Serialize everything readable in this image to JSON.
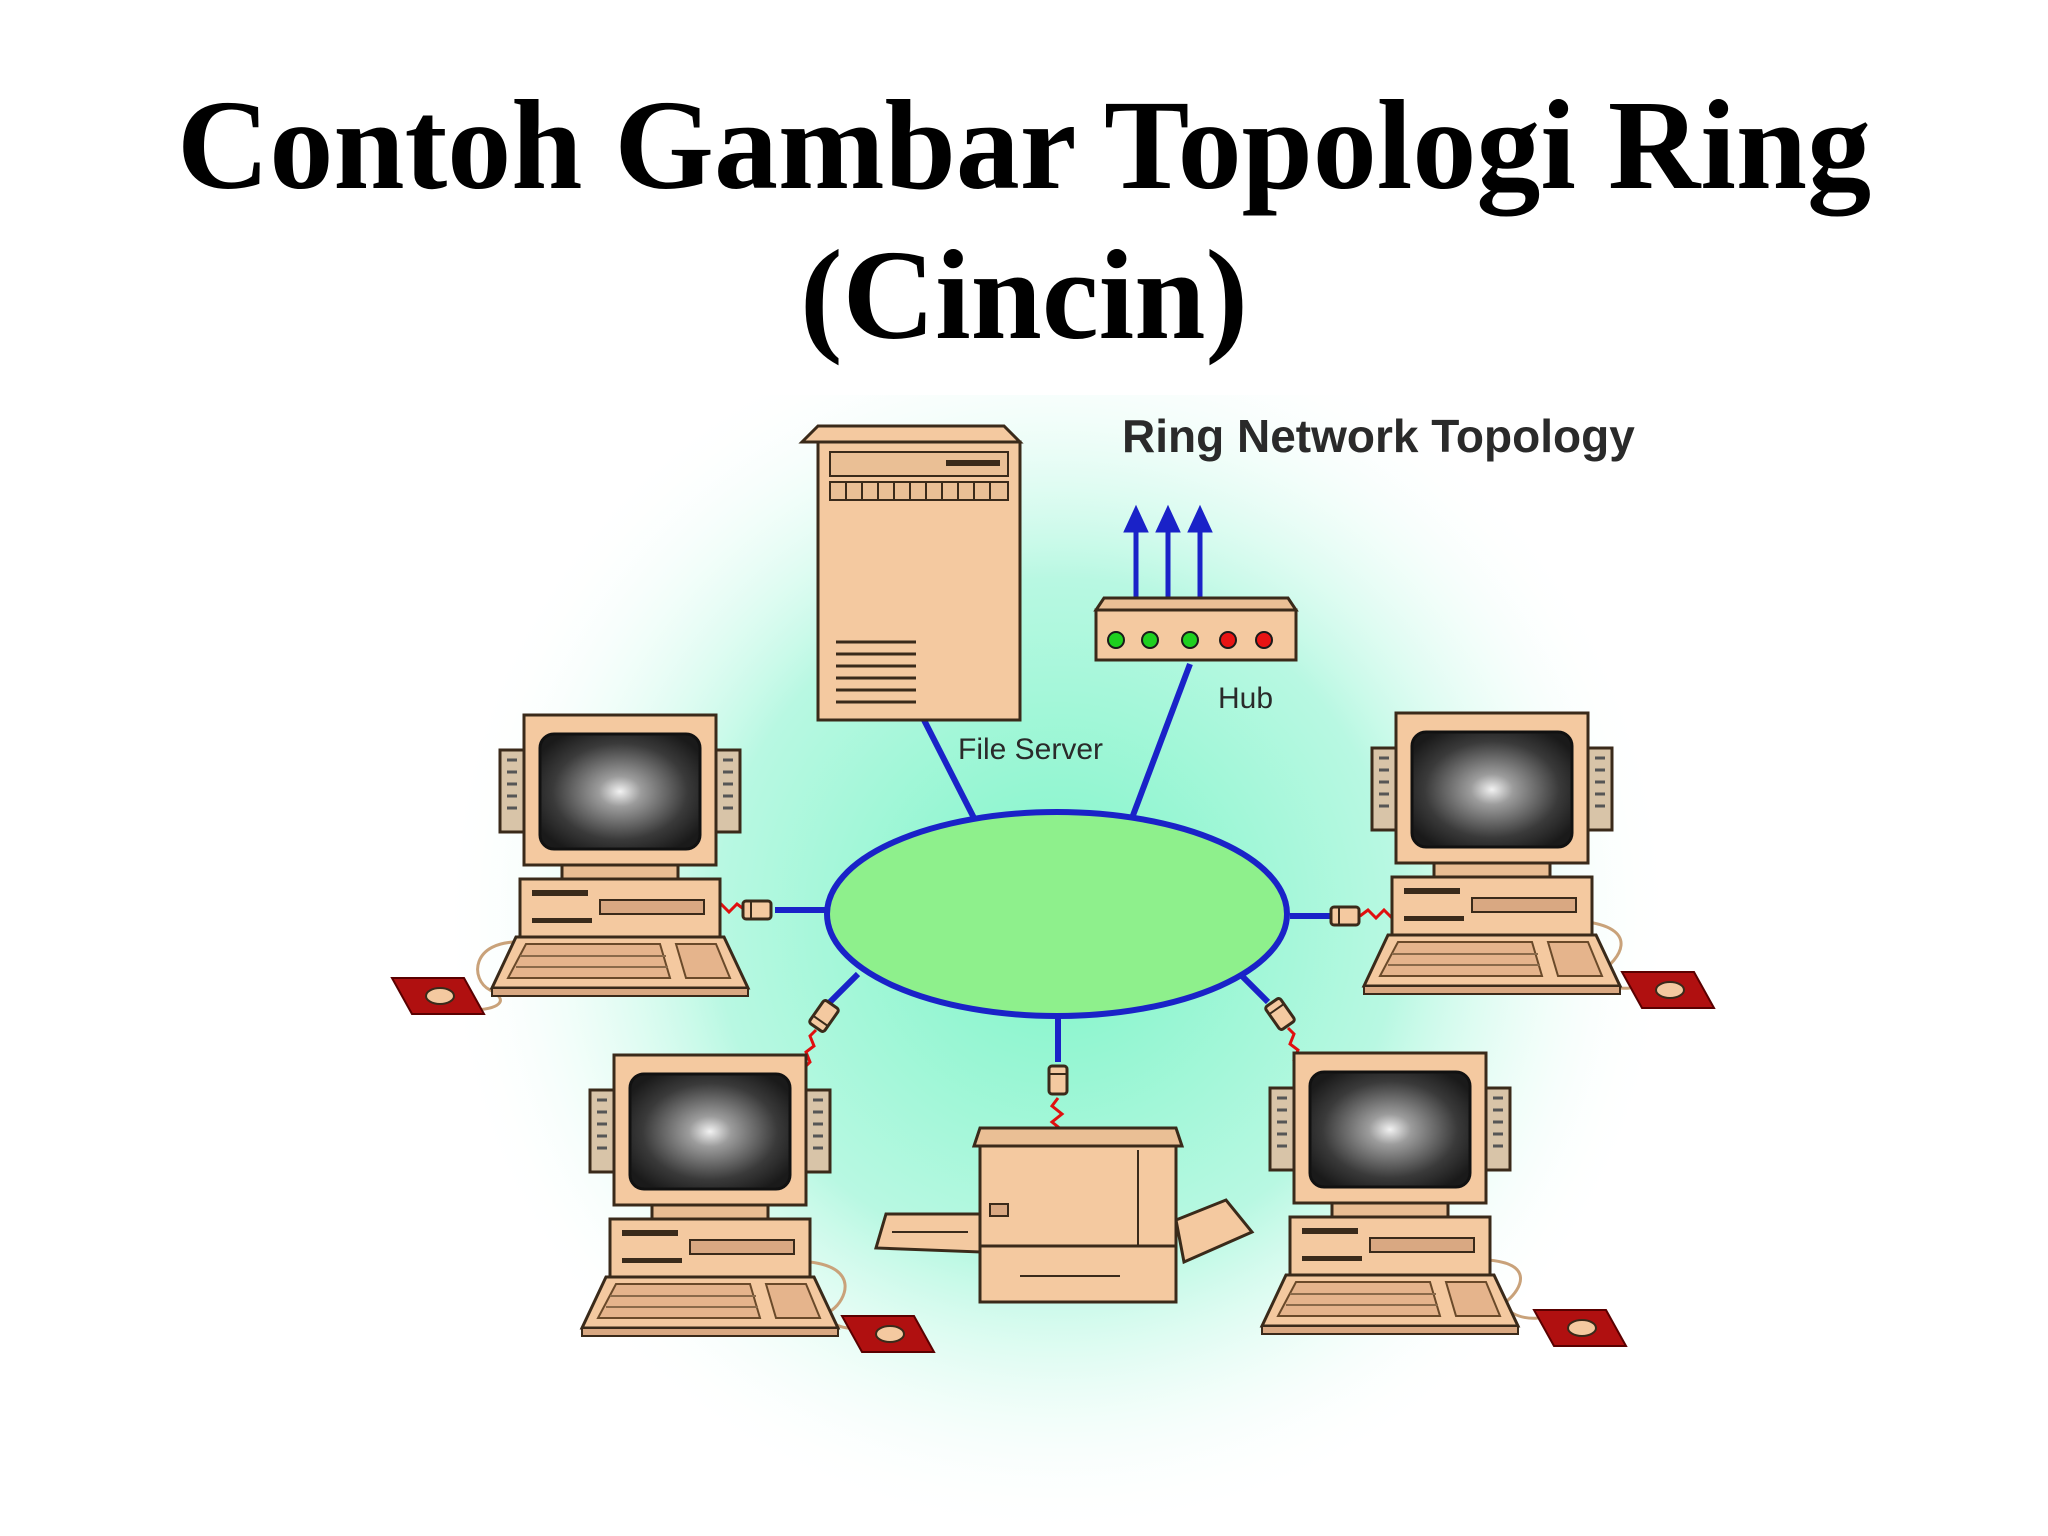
{
  "slide": {
    "title_line1": "Contoh Gambar Topologi Ring",
    "title_line2": "(Cincin)"
  },
  "diagram": {
    "heading": "Ring Network Topology",
    "labels": {
      "file_server": "File Server",
      "hub": "Hub"
    },
    "colors": {
      "ring_fill": "#8ef08c",
      "ring_stroke": "#1a22c8",
      "glow": "#7ff5c8",
      "device_beige": "#f4c9a0",
      "device_outline": "#3a2a1a",
      "cable_red": "#e01010",
      "mouse_pad": "#b01010",
      "led_green": "#1fd01f",
      "led_red": "#e81414",
      "arrow_blue": "#1a22c8"
    },
    "icons": [
      "server-icon",
      "hub-icon",
      "computer-icon",
      "printer-icon",
      "mouse-icon",
      "connector-icon"
    ]
  }
}
